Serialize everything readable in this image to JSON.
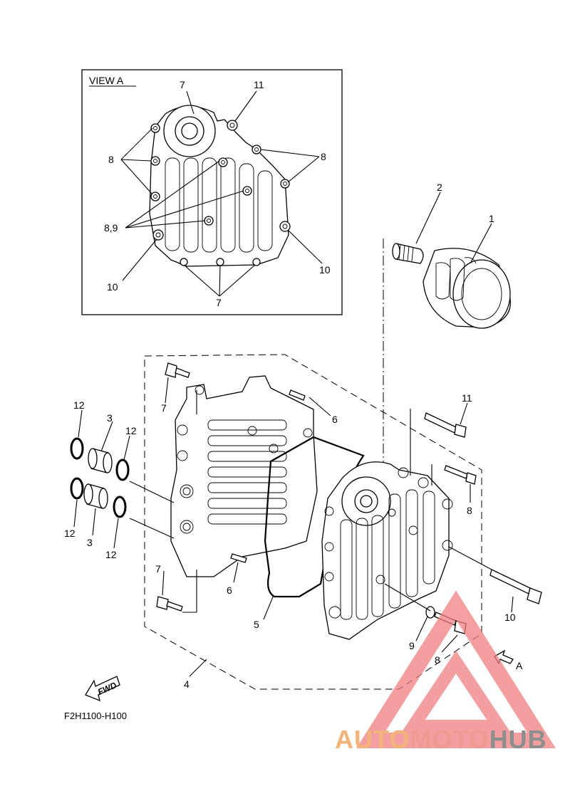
{
  "view_a": {
    "title": "VIEW A",
    "callouts": {
      "c7_top": "7",
      "c11": "11",
      "c8_left": "8",
      "c8_right": "8",
      "c89": "8,9",
      "c10_left": "10",
      "c10_right": "10",
      "c7_bottom": "7"
    }
  },
  "main": {
    "callouts": {
      "c1": "1",
      "c2": "2",
      "c3_top": "3",
      "c3_bottom": "3",
      "c4": "4",
      "c5": "5",
      "c6_top": "6",
      "c6_bottom": "6",
      "c7_top": "7",
      "c7_bottom": "7",
      "c8_mid": "8",
      "c8_bottom": "8",
      "c9": "9",
      "c10": "10",
      "c11": "11",
      "c12_a": "12",
      "c12_b": "12",
      "c12_c": "12",
      "c12_d": "12",
      "arrow_a": "A"
    }
  },
  "fwd_label": "FWD",
  "diagram_code": "F2H1100-H100",
  "watermark": {
    "part1": "AUTO",
    "part2": "MOTO",
    "part3": "HUB",
    "colors": {
      "auto": "#f2b47a",
      "moto": "#ee9a92",
      "hub": "#8e8e8e",
      "triangle": "#f08080"
    }
  }
}
